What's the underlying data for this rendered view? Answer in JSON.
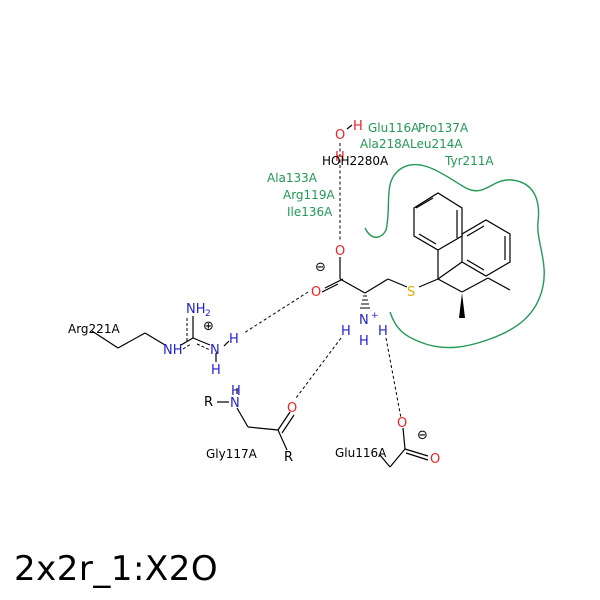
{
  "title": "2x2r_1:X2O",
  "colors": {
    "oxygen": "#ee2222",
    "nitrogen": "#2222cc",
    "sulfur": "#ddaa00",
    "bond": "#000000",
    "pocket": "#229955"
  },
  "residues": {
    "arg221": "Arg221A",
    "gly117": "Gly117A",
    "glu116": "Glu116A",
    "water": "HOH2280A"
  },
  "pocket_residues": {
    "glu116": "Glu116A",
    "pro137": "Pro137A",
    "ala218": "Ala218A",
    "leu214": "Leu214A",
    "tyr211": "Tyr211A",
    "ala133": "Ala133A",
    "arg119": "Arg119A",
    "ile136": "Ile136A"
  },
  "atoms": {
    "o": "O",
    "h": "H",
    "n": "N",
    "nh": "NH",
    "nh2": "NH",
    "nh2_sub": "2",
    "s": "S",
    "r": "R",
    "plus_sup": "+"
  },
  "charges": {
    "minus": "⊖",
    "plus": "⊕"
  }
}
